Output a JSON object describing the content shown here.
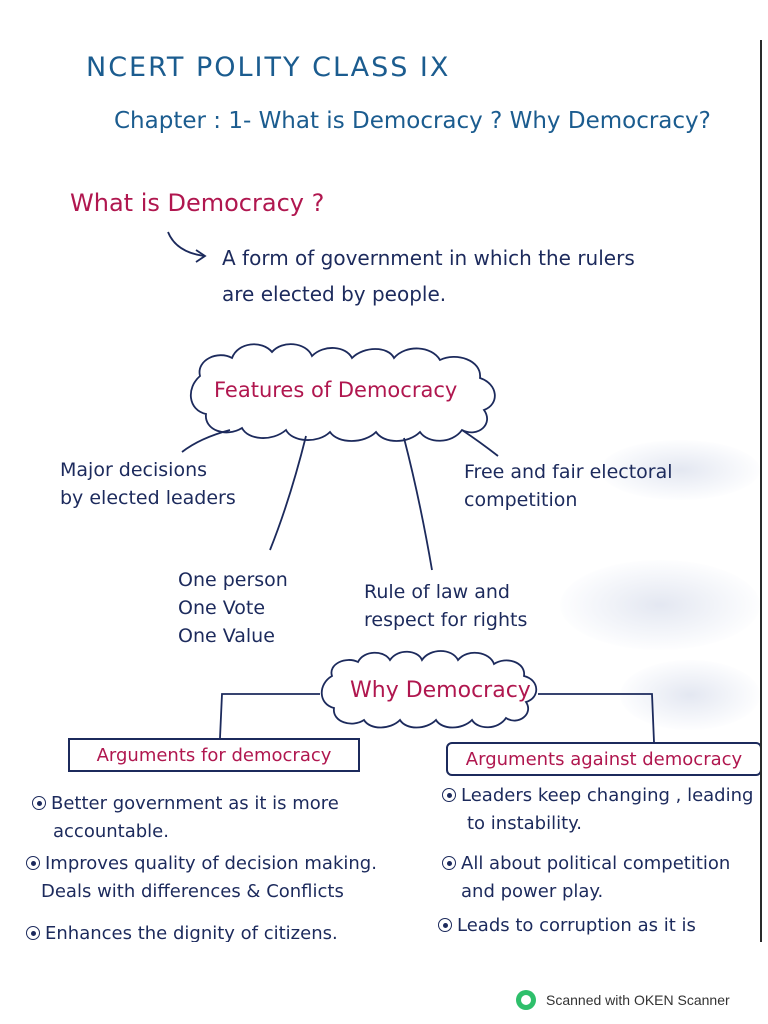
{
  "notes": {
    "title": "NCERT POLITY CLASS IX",
    "chapter": "Chapter : 1- What is Democracy ? Why Democracy?",
    "question": "What is Democracy ?",
    "definition": {
      "line1": "A form of government in which the rulers",
      "line2": "are elected by people."
    },
    "features": {
      "heading": "Features of Democracy",
      "items": [
        {
          "line1": "Major decisions",
          "line2": "by elected leaders"
        },
        {
          "line1": "Free and fair electoral",
          "line2": "competition"
        },
        {
          "line1": "One person",
          "line2": "One Vote",
          "line3": "One Value"
        },
        {
          "line1": "Rule of law and",
          "line2": "respect for rights"
        }
      ]
    },
    "why": {
      "heading": "Why Democracy",
      "for": {
        "heading": "Arguments for democracy",
        "points": [
          {
            "line1": "Better government as it is more",
            "line2": "accountable."
          },
          {
            "line1": "Improves quality of decision making.",
            "line2": "Deals with differences & Conflicts"
          },
          {
            "line1": "Enhances the dignity of citizens."
          }
        ]
      },
      "against": {
        "heading": "Arguments against democracy",
        "points": [
          {
            "line1": "Leaders keep changing , leading",
            "line2": "to instability."
          },
          {
            "line1": "All about political competition",
            "line2": "and power play."
          },
          {
            "line1": "Leads to corruption as it is"
          }
        ]
      }
    }
  },
  "colors": {
    "heading_blue": "#1b5c8f",
    "ink_navy": "#1c2a5c",
    "accent_magenta": "#b0174f",
    "scanner_green": "#2ebf6b"
  },
  "footer": {
    "logo_icon": "oken-scanner-logo",
    "label": "Scanned with OKEN Scanner"
  }
}
